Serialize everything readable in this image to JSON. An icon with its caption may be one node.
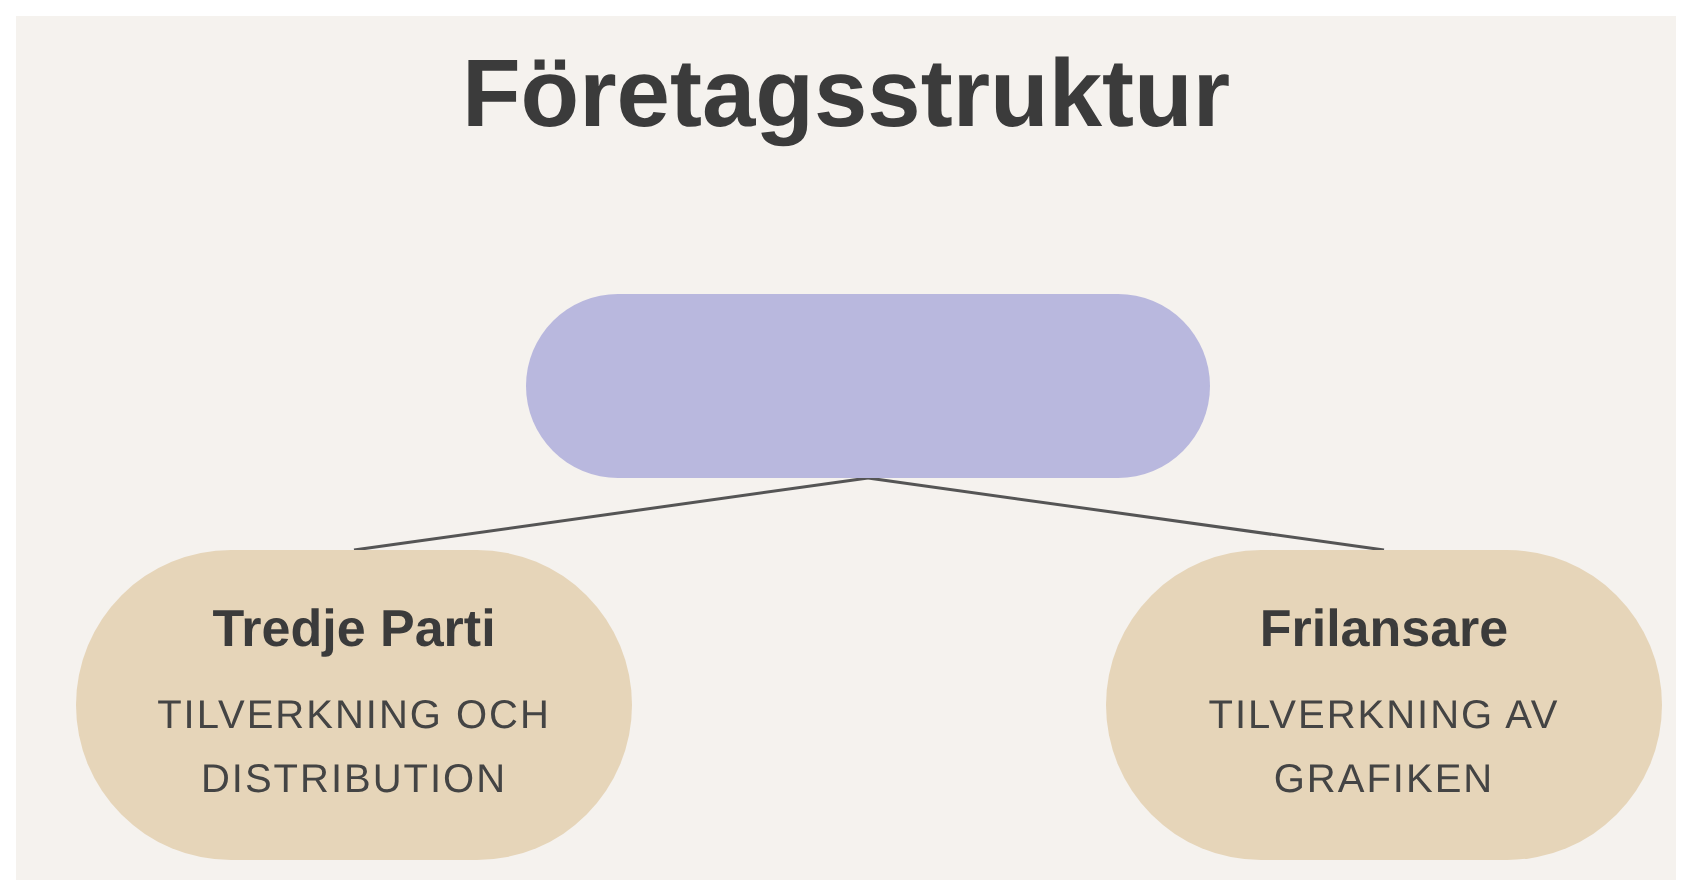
{
  "diagram": {
    "title": "Företagsstruktur",
    "nodes": [
      {
        "text": [],
        "shape": "box"
      },
      {
        "text": [
          "Tredje Parti",
          "TILVERKNING OCH DISTRIBUTION"
        ]
      },
      {
        "text": [
          "Frilansare",
          "TILVERKNING AV GRAFIKEN"
        ]
      }
    ],
    "edges": [
      {
        "from": 0,
        "to": 1,
        "arrow": "none"
      },
      {
        "from": 0,
        "to": 2,
        "arrow": "none"
      }
    ]
  }
}
